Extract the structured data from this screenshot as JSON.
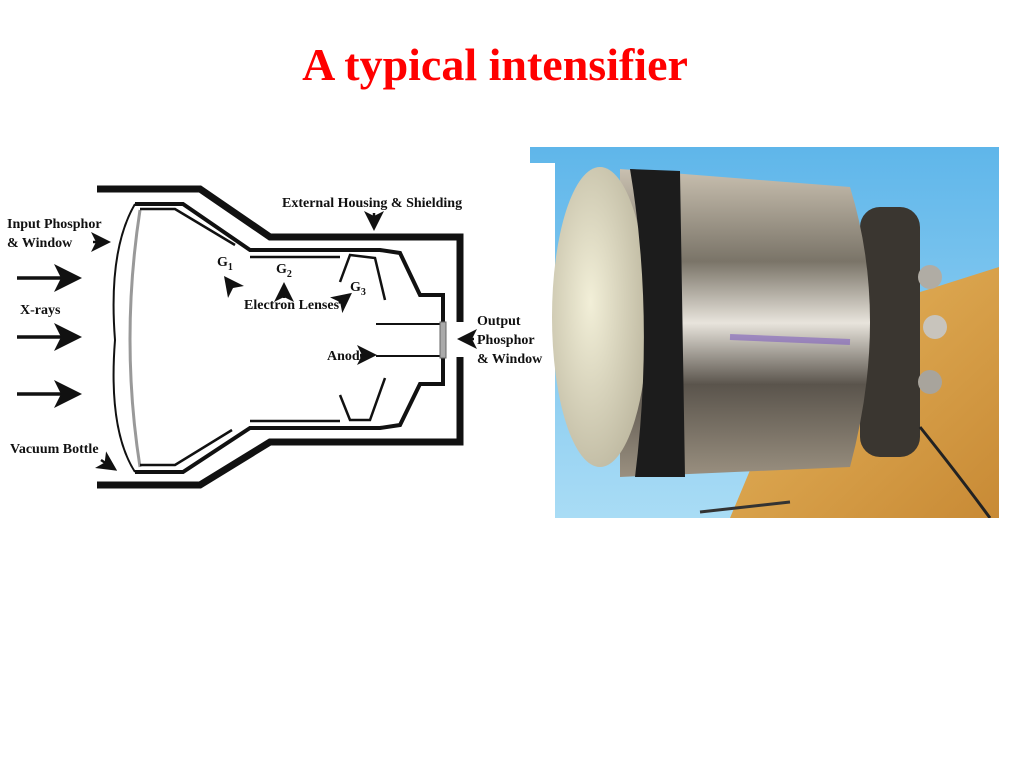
{
  "slide": {
    "title": "A typical intensifier"
  },
  "diagram": {
    "labels": {
      "housing": "External Housing & Shielding",
      "input_line1": "Input Phosphor",
      "input_line2": "& Window",
      "xrays": "X-rays",
      "vacuum": "Vacuum Bottle",
      "g1": "G",
      "g1_sub": "1",
      "g2": "G",
      "g2_sub": "2",
      "g3": "G",
      "g3_sub": "3",
      "lenses": "Electron Lenses",
      "anode": "Anode",
      "output_line1": "Output",
      "output_line2": "Phosphor",
      "output_line3": "& Window"
    }
  },
  "photo": {
    "subject": "image-intensifier-tube-photo"
  },
  "colors": {
    "title": "#ff0000",
    "sky": "#7ec8f0",
    "table": "#d9a24a"
  }
}
